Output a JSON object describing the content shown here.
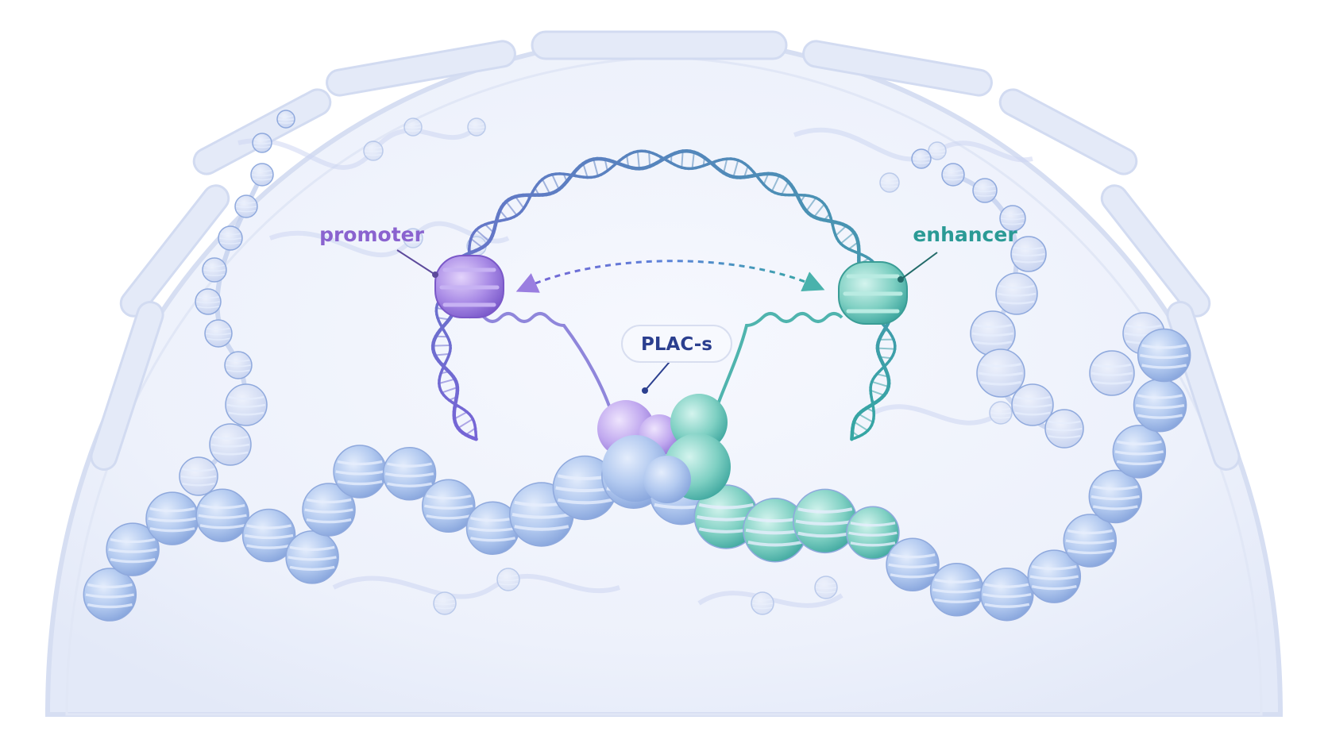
{
  "labels": {
    "promoter": "promoter",
    "enhancer": "enhancer",
    "complex": "PLAC-s"
  },
  "colors": {
    "promoter": "#8a63cf",
    "enhancer": "#2a9a95",
    "complex_text": "#2b3f8f",
    "chromatin": "#a9c3ee",
    "nucleus_fill": "#eef2fb",
    "nucleus_edge": "#d6def2",
    "dna_purple": "#7b6fd6",
    "dna_teal": "#3aa6a4"
  },
  "icons": {
    "promoter_node": "nucleosome-icon",
    "enhancer_node": "nucleosome-icon",
    "interaction_arrow": "double-headed-arrow-icon"
  }
}
